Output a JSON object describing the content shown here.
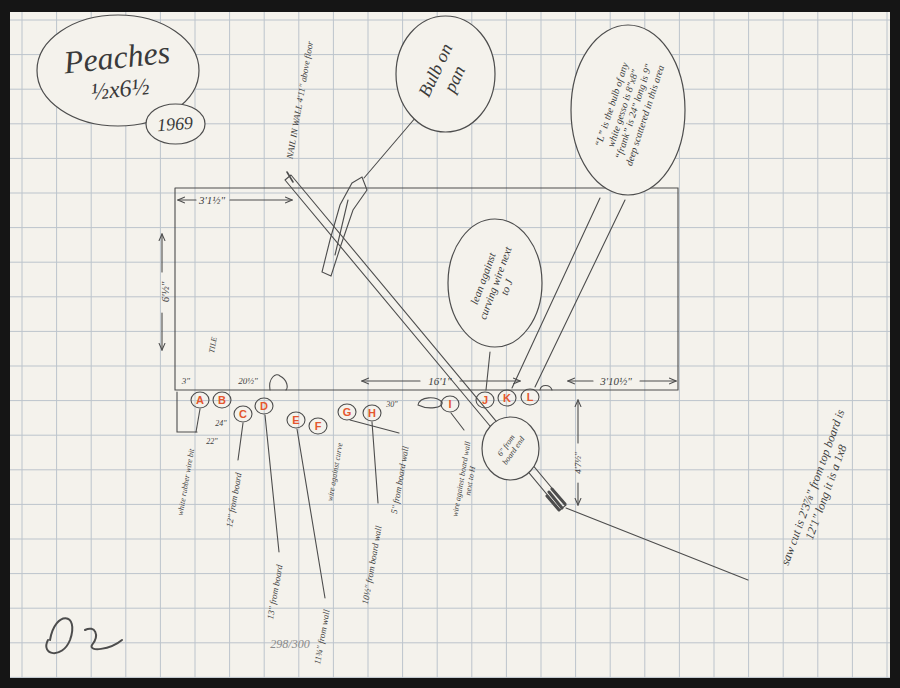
{
  "diagram": {
    "nodes": [
      {
        "text": [
          "Peaches",
          "½x6½"
        ]
      },
      {
        "text": [
          "1969"
        ]
      },
      {
        "text": [
          "Bulb on pan"
        ]
      },
      {
        "text": [
          "“L” is the bulb of any white gesso is 8\"x8\" “frank” is 24\" long is 9\" deep scattered in this area"
        ]
      },
      {
        "text": [
          "lean against curving wire next to J"
        ]
      },
      {
        "text": [
          "6\" from board end"
        ]
      }
    ],
    "labels": [
      "NAIL IN WALL 4'11\" above floor",
      "3'1½\"",
      "6'½\"",
      "TILE",
      "3\"",
      "20½\"",
      "16'1\"",
      "3'10½\"",
      "30\"",
      "24\"",
      "22\"",
      "4'7½\"",
      "A",
      "B",
      "C",
      "D",
      "E",
      "F",
      "G",
      "H",
      "I",
      "J",
      "K",
      "L",
      "white rubber wire bit",
      "12\" from board",
      "13\" from board",
      "11¾\" from wall",
      "wire against curve",
      "5\" from board wall",
      "10½\" from board wall",
      "wire against board wall next to H",
      "saw cut is 2'3⅞\" from top board is 12'1\" long it is a 1x8",
      "298/300"
    ]
  }
}
